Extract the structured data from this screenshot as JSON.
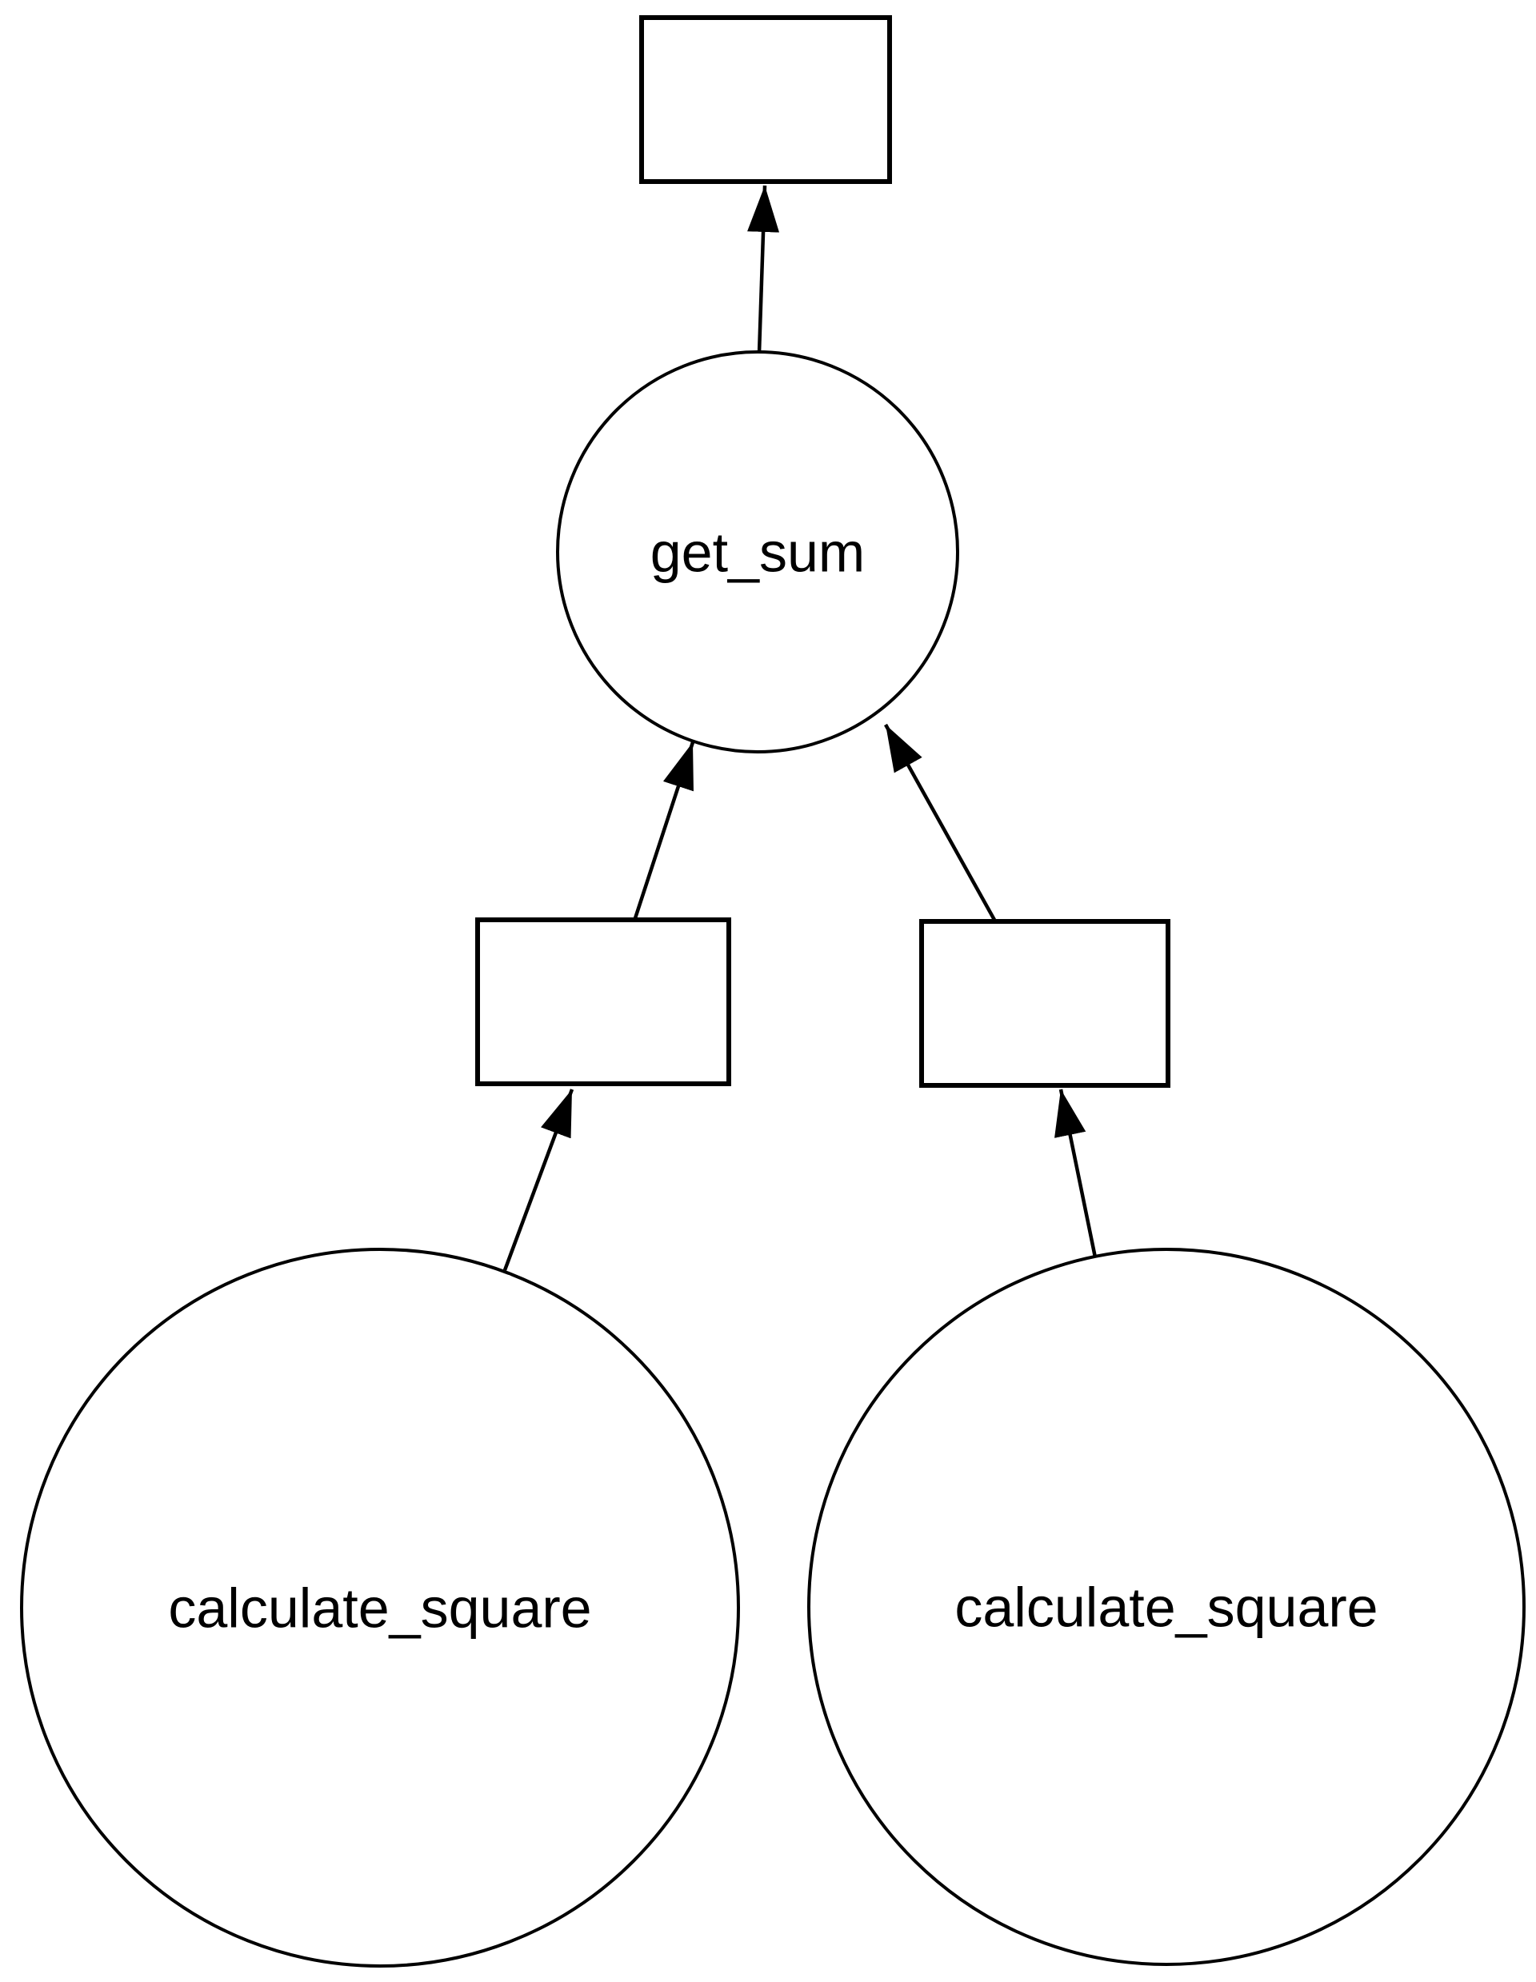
{
  "diagram": {
    "type": "function-call-graph",
    "background_color": "#ffffff",
    "stroke_color": "#000000",
    "text_color": "#000000",
    "nodes": [
      {
        "id": "output-value",
        "shape": "rectangle",
        "label": ""
      },
      {
        "id": "get_sum",
        "shape": "circle",
        "label": "get_sum"
      },
      {
        "id": "operand-left",
        "shape": "rectangle",
        "label": ""
      },
      {
        "id": "operand-right",
        "shape": "rectangle",
        "label": ""
      },
      {
        "id": "calculate_square_left",
        "shape": "circle",
        "label": "calculate_square"
      },
      {
        "id": "calculate_square_right",
        "shape": "circle",
        "label": "calculate_square"
      }
    ],
    "edges": [
      {
        "from": "get_sum",
        "to": "output-value"
      },
      {
        "from": "operand-left",
        "to": "get_sum"
      },
      {
        "from": "operand-right",
        "to": "get_sum"
      },
      {
        "from": "calculate_square_left",
        "to": "operand-left"
      },
      {
        "from": "calculate_square_right",
        "to": "operand-right"
      }
    ]
  }
}
